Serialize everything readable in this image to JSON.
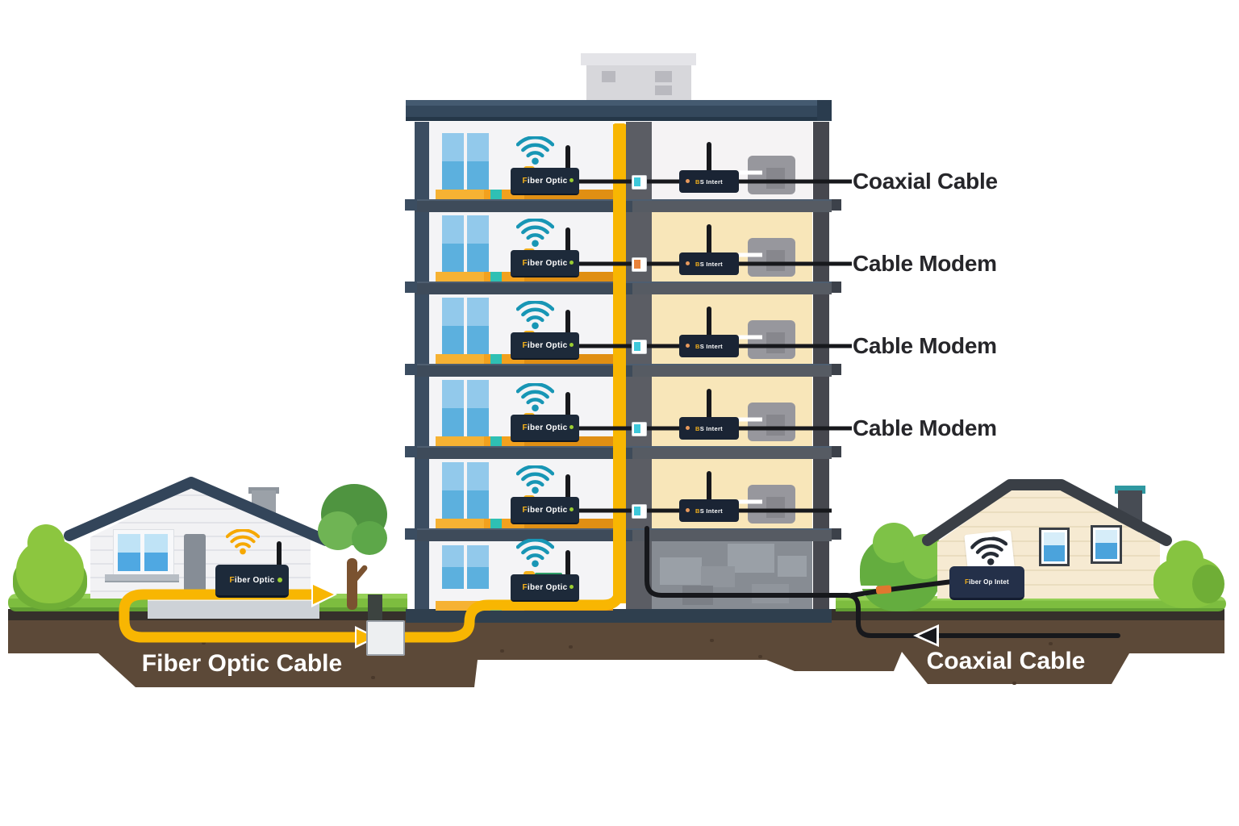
{
  "scene": {
    "description": "Fiber optic versus coaxial cable internet infrastructure diagram with apartment building and two houses"
  },
  "callouts": [
    {
      "text": "Coaxial Cable"
    },
    {
      "text": "Cable Modem"
    },
    {
      "text": "Cable Modem"
    },
    {
      "text": "Cable Modem"
    }
  ],
  "underground": {
    "left_label": "Fiber Optic Cable",
    "right_label": "Coaxial Cable"
  },
  "building": {
    "left_units": [
      {
        "router_label": "Fiber Optic"
      },
      {
        "router_label": "Fiber Optic"
      },
      {
        "router_label": "Fiber Optic"
      },
      {
        "router_label": "Fiber Optic"
      },
      {
        "router_label": "Fiber Optic"
      },
      {
        "router_label": "Fiber Optic"
      }
    ],
    "right_units": [
      {
        "modem_label": "BS Intert"
      },
      {
        "modem_label": "BS Intert"
      },
      {
        "modem_label": "BS Intert"
      },
      {
        "modem_label": "BS Intert"
      },
      {
        "modem_label": "BS Intert"
      }
    ]
  },
  "houses": {
    "left": {
      "router_label": "Fiber Optic"
    },
    "right": {
      "modem_label": "Fiber Op Intet"
    }
  },
  "icons": [
    "wifi-icon",
    "antenna-icon",
    "arrow-right-icon",
    "arrow-left-icon"
  ],
  "colors": {
    "fiber_yellow": "#f8b602",
    "coax_black": "#17181c",
    "wifi_teal": "#1896b5",
    "grass_green": "#7dbd3f",
    "soil_brown": "#5c4938",
    "roof_slate": "#33455a",
    "tan_interior": "#f8e6b9"
  }
}
